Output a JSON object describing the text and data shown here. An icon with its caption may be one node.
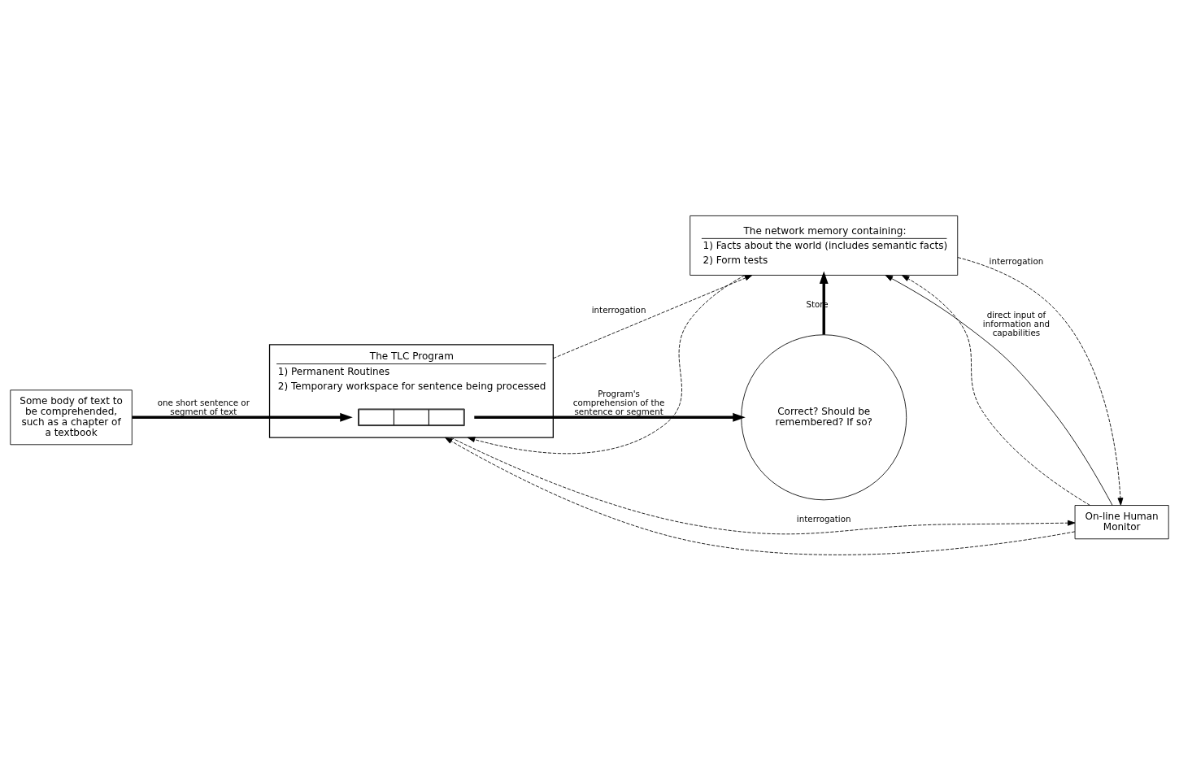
{
  "diagram": {
    "nodes": [
      {
        "text": [
          "Some body of text to be comprehended, such as a chapter of a textbook"
        ]
      },
      {
        "text": [
          "The TLC Program",
          "1) Permanent Routines",
          "2) Temporary workspace for sentence being processed"
        ]
      },
      {
        "text": [],
        "shape": "bar",
        "in": 1
      },
      {
        "text": [
          "The network memory containing:",
          "1) Facts about the world (includes semantic facts)",
          "2) Form tests"
        ]
      },
      {
        "text": [
          "Correct? Should be remembered? If so?"
        ]
      },
      {
        "text": [
          "On-line Human Monitor"
        ]
      }
    ],
    "edges": [
      {
        "from": 0,
        "to": 2,
        "arrow": "to",
        "label": "one short sentence or segment of text",
        "style": "thick"
      },
      {
        "from": 1,
        "to": 3,
        "arrow": "to",
        "label": "interrogation",
        "style": "dashed"
      },
      {
        "from": 3,
        "to": 1,
        "arrow": "to",
        "style": "dashed"
      },
      {
        "from": 2,
        "to": 4,
        "arrow": "to",
        "label": "Program's comprehension of the sentence or segment",
        "style": "thick"
      },
      {
        "from": 4,
        "to": 3,
        "arrow": "to",
        "label": "Store",
        "style": "thick"
      },
      {
        "from": 1,
        "to": 5,
        "arrow": "to",
        "label": "interrogation",
        "style": "dashed"
      },
      {
        "from": 5,
        "to": 1,
        "arrow": "to",
        "style": "dashed"
      },
      {
        "from": 5,
        "to": 3,
        "arrow": "to",
        "label": "direct input of information and capabilities"
      },
      {
        "from": 5,
        "to": 3,
        "arrow": "to",
        "style": "dashed"
      },
      {
        "from": 3,
        "to": 5,
        "arrow": "to",
        "label": "interrogation",
        "style": "dashed"
      }
    ]
  }
}
